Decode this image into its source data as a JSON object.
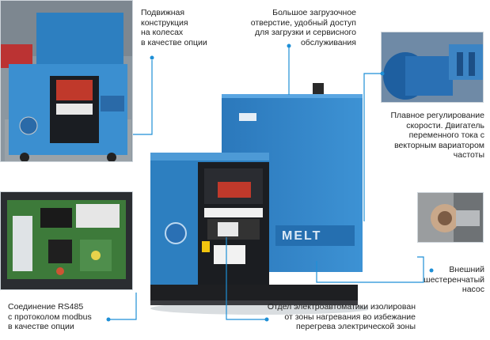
{
  "labels": {
    "wheels": [
      "Подвижная",
      "конструкция",
      "на колесах",
      "в качестве опции"
    ],
    "hopper": [
      "Большое загрузочное",
      "отверстие, удобный доступ",
      "для загрузки и сервисного",
      "обслуживания"
    ],
    "speed": [
      "Плавное регулирование",
      "скорости. Двигатель",
      "переменного тока с",
      "векторным вариатором",
      "частоты"
    ],
    "pump": [
      "Внешний",
      "шестеренчатый",
      "насос"
    ],
    "rs485": [
      "Соединение RS485",
      "с протоколом modbus",
      "в качестве опции"
    ],
    "electro": [
      "Отдел электроавтоматики изолирован",
      "от зоны нагревания во избежание",
      "перегрева электрической зоны"
    ]
  },
  "brand": {
    "name": "MELT",
    "accent": "#1e8fd6",
    "machine_blue": "#2d7fc0",
    "line_color": "#1e8fd6"
  }
}
